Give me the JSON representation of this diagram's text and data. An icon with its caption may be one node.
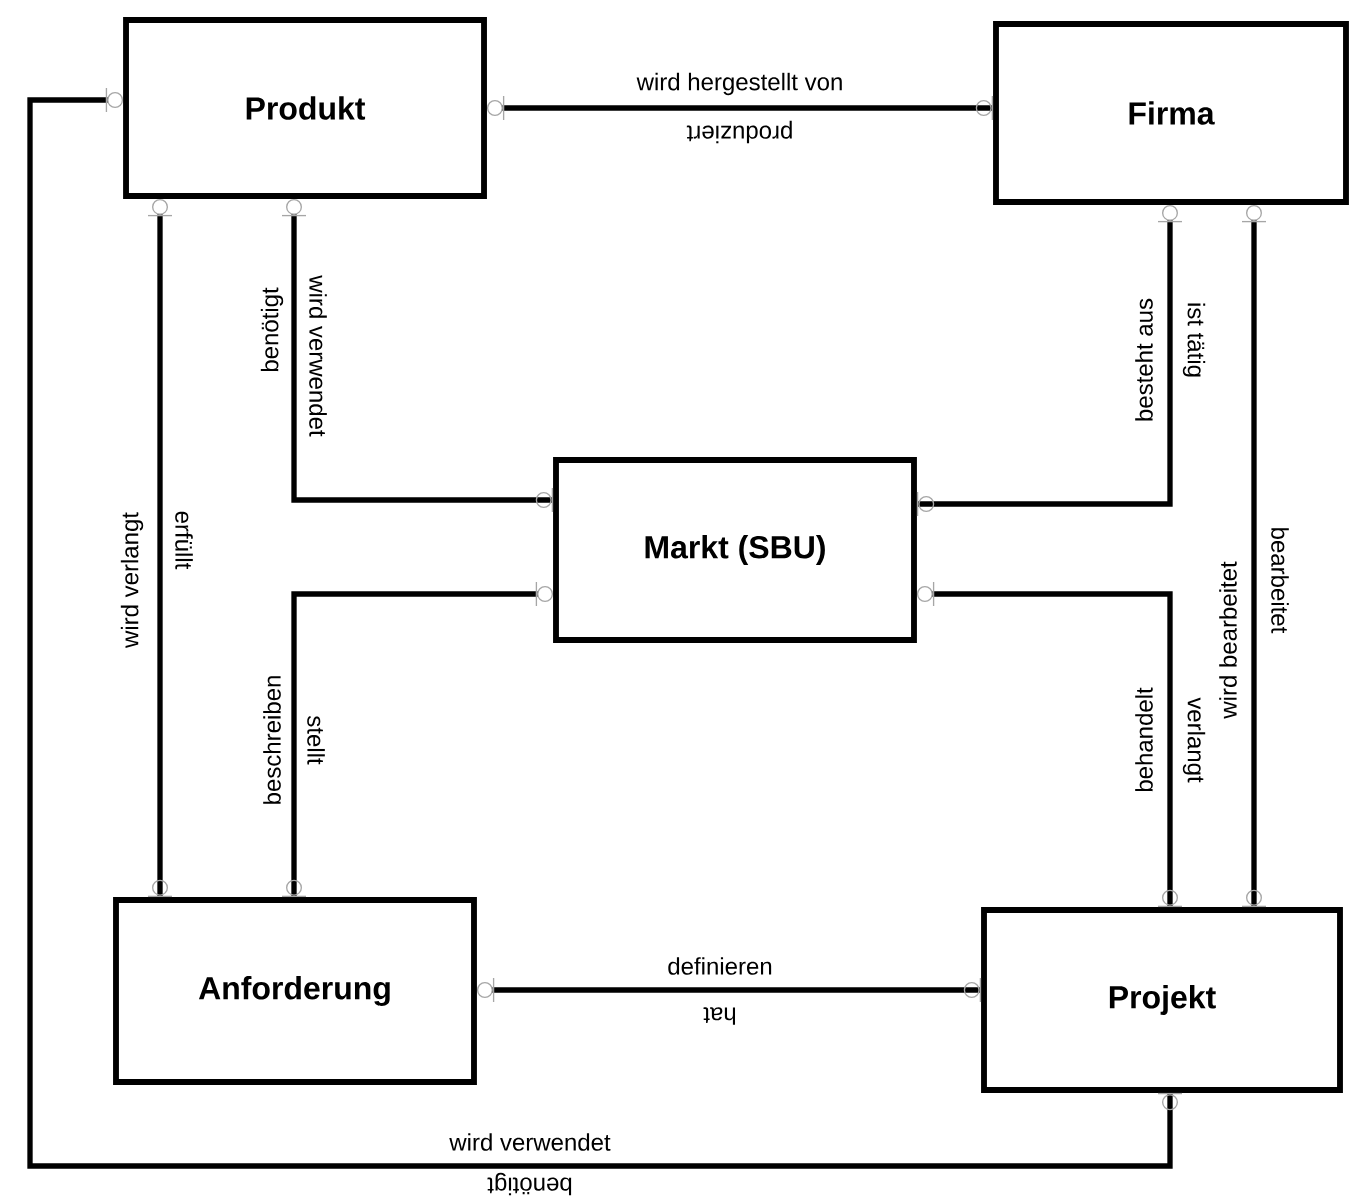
{
  "diagram": {
    "nodes": [
      {
        "text": [
          "Produkt"
        ]
      },
      {
        "text": [
          "Firma"
        ]
      },
      {
        "text": [
          "Markt (SBU)"
        ]
      },
      {
        "text": [
          "Anforderung"
        ]
      },
      {
        "text": [
          "Projekt"
        ]
      }
    ],
    "edges": [
      {
        "from": 0,
        "to": 1,
        "arrow": "other",
        "label": "wird hergestellt von"
      },
      {
        "from": 0,
        "to": 2,
        "arrow": "other",
        "label": "wird verwendet"
      },
      {
        "from": 0,
        "to": 3,
        "arrow": "other",
        "label": "erfüllt"
      },
      {
        "from": 0,
        "to": 4,
        "arrow": "other",
        "label": "wird verwendet"
      },
      {
        "from": 1,
        "to": 2,
        "arrow": "other",
        "label": "besteht aus"
      },
      {
        "from": 1,
        "to": 4,
        "arrow": "other",
        "label": "wird bearbeitet"
      },
      {
        "from": 2,
        "to": 3,
        "arrow": "other",
        "label": "beschreiben"
      },
      {
        "from": 2,
        "to": 4,
        "arrow": "other",
        "label": "behandelt"
      },
      {
        "from": 3,
        "to": 4,
        "arrow": "other",
        "label": "definieren"
      }
    ],
    "labels": [
      "produziert",
      "benötigt",
      "wird verlangt",
      "benötigt",
      "ist tätig",
      "bearbeitet",
      "stellt",
      "verlangt",
      "hat"
    ]
  }
}
